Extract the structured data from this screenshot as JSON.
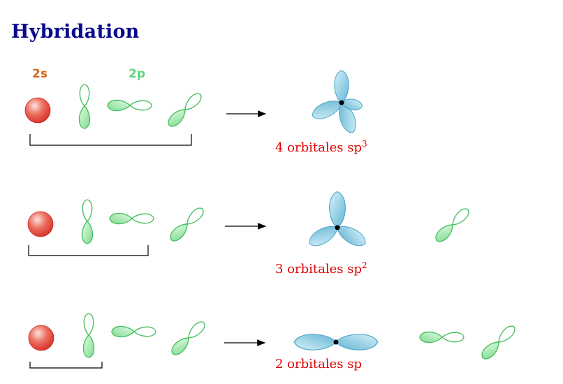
{
  "title": "Hybridation",
  "labels": {
    "s": "2s",
    "p": "2p"
  },
  "colors": {
    "title": "#0a0a8c",
    "s_label": "#d2691e",
    "p_label": "#5fd37a",
    "caption": "#e00000",
    "s_orbital": "#e0332c",
    "p_orbital": "#7fdc8f",
    "hybrid_orbital": "#7fc4dd"
  },
  "rows": [
    {
      "caption_text": "4 orbitales sp",
      "caption_sup": "3",
      "hybrid": "sp3",
      "remaining_p": 0
    },
    {
      "caption_text": "3 orbitales sp",
      "caption_sup": "2",
      "hybrid": "sp2",
      "remaining_p": 1
    },
    {
      "caption_text": "2 orbitales sp",
      "caption_sup": "",
      "hybrid": "sp",
      "remaining_p": 2
    }
  ]
}
